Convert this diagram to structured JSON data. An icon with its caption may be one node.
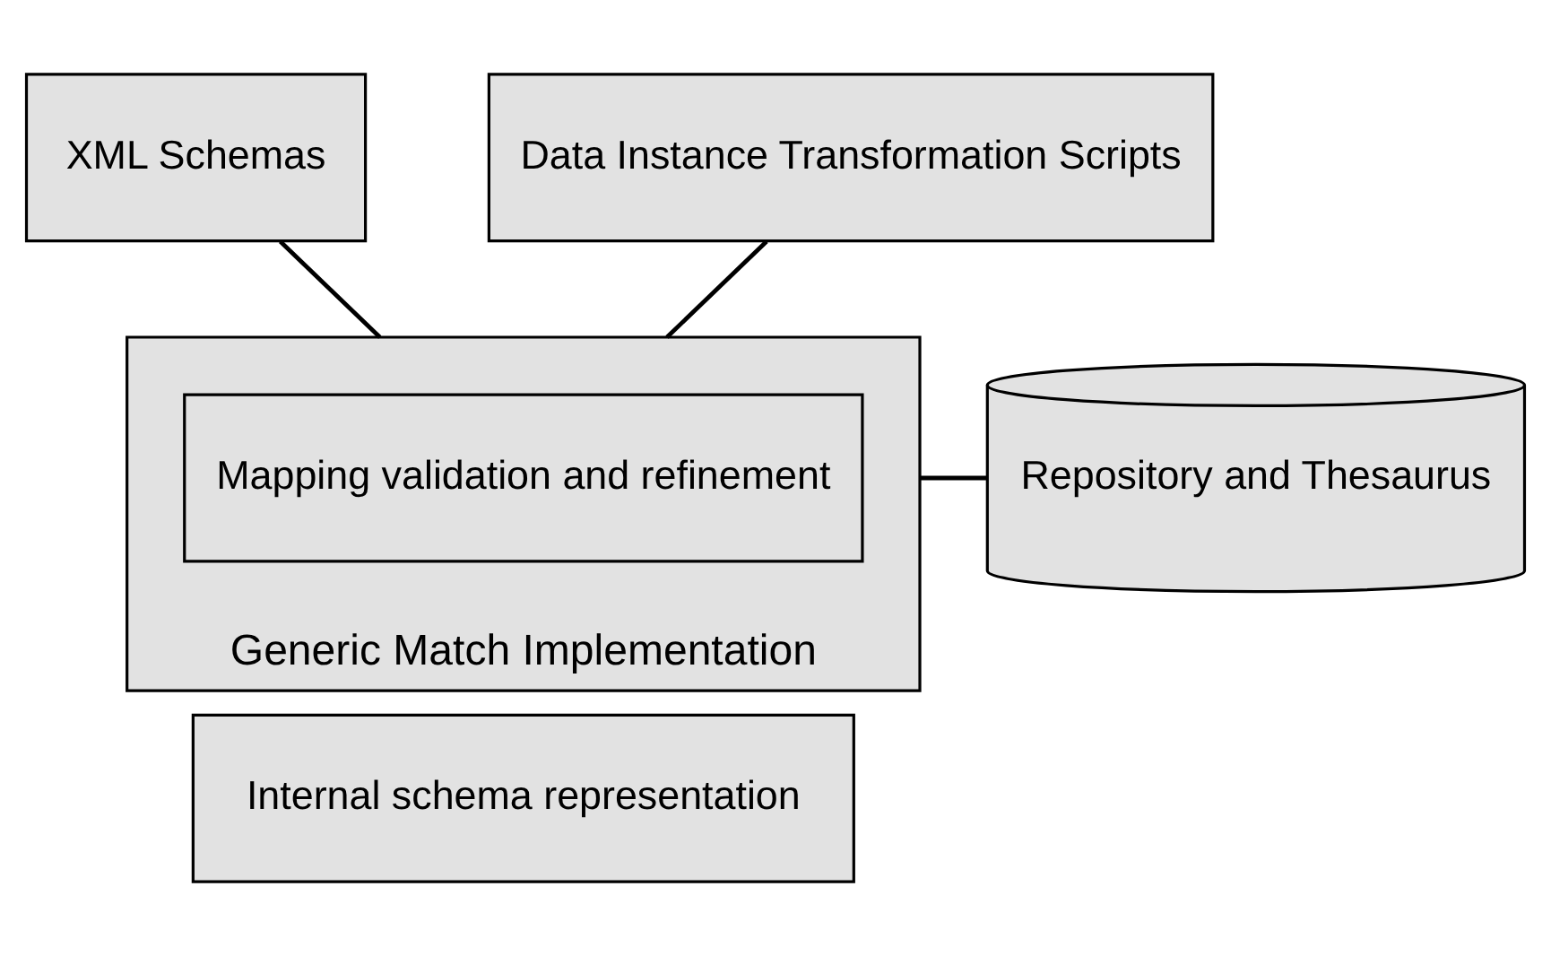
{
  "diagram": {
    "nodes": [
      {
        "text": [
          "XML Schemas"
        ]
      },
      {
        "text": [
          "Data Instance Transformation Scripts"
        ]
      },
      {
        "text": [
          "Generic Match Implementation"
        ]
      },
      {
        "text": [
          "Mapping validation and refinement"
        ],
        "in": 2
      },
      {
        "text": [
          "Internal schema representation"
        ]
      },
      {
        "text": [
          "Repository and Thesaurus"
        ]
      }
    ],
    "edges": [
      {
        "from": 0,
        "to": 2,
        "arrow": "none"
      },
      {
        "from": 1,
        "to": 2,
        "arrow": "none"
      },
      {
        "from": 5,
        "to": 2,
        "arrow": "none"
      }
    ]
  }
}
